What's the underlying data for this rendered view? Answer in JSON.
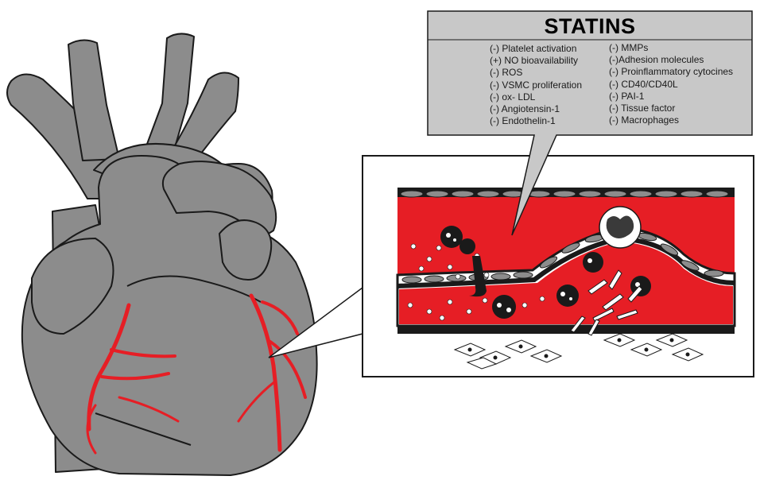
{
  "colors": {
    "heart": "#8c8c8c",
    "heart_outline": "#1a1a1a",
    "vessel_lumen": "#e61e25",
    "callout_fill": "#c8c8c8",
    "background": "#ffffff"
  },
  "callout": {
    "title": "STATINS",
    "left_effects": [
      "(-) Platelet activation",
      "(+) NO bioavailability",
      "(-) ROS",
      "(-) VSMC proliferation",
      "(-) ox- LDL",
      "(-) Angiotensin-1",
      "(-) Endothelin-1"
    ],
    "right_effects": [
      "(-) MMPs",
      "(-)Adhesion molecules",
      "(-) Proinflammatory cytocines",
      "(-) CD40/CD40L",
      "(-) PAI-1",
      "(-) Tissue factor",
      "(-) Macrophages"
    ]
  },
  "icons": {
    "heart": "heart-illustration",
    "vessel": "artery-cross-section",
    "plaque": "atherosclerotic-plaque"
  }
}
